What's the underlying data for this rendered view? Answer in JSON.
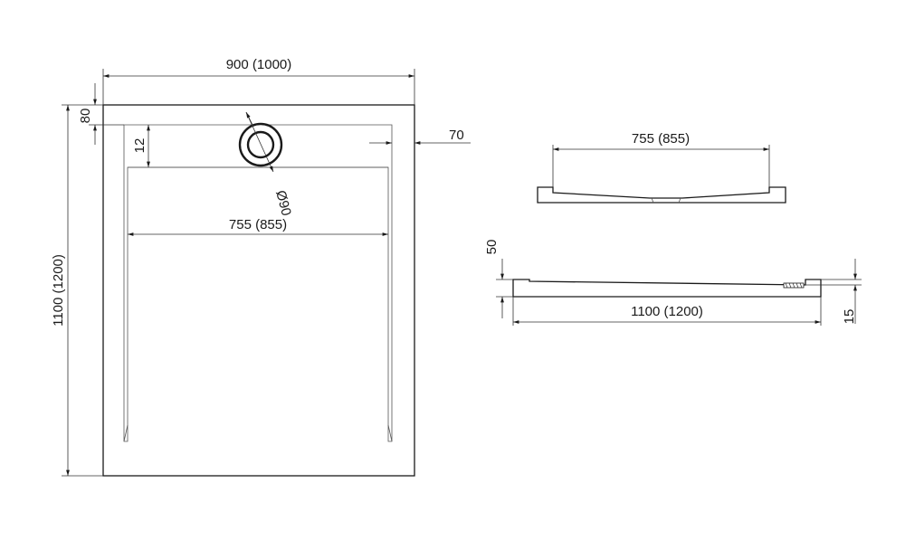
{
  "labels": {
    "top_width": "900 (1000)",
    "left_height": "1100 (1200)",
    "rim_top": "80",
    "rim_inner": "12",
    "drain_diameter": "Ø90",
    "inner_width_plan": "755 (855)",
    "side_rim": "70",
    "inner_width_section": "755 (855)",
    "section_height": "50",
    "section_length": "1100 (1200)",
    "section_bottom": "15"
  },
  "colors": {
    "line": "#1a1a1a",
    "background": "#ffffff"
  }
}
